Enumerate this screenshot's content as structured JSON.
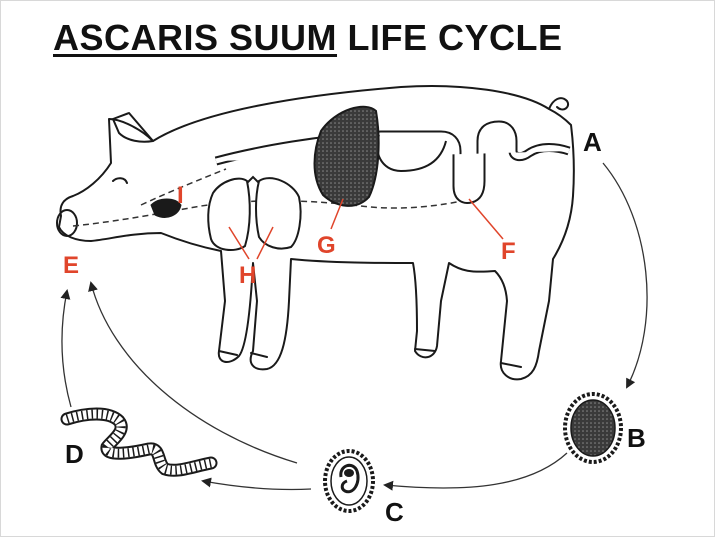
{
  "title": {
    "underlined": "ASCARIS SUUM",
    "rest": "LIFE CYCLE"
  },
  "stage_labels": {
    "A": "A",
    "B": "B",
    "C": "C",
    "D": "D",
    "E": "E"
  },
  "organ_labels": {
    "F": "F",
    "G": "G",
    "H": "H",
    "I": "I"
  },
  "colors": {
    "stage_label": "#111111",
    "organ_label": "#e0452b",
    "outline": "#1a1a1a"
  }
}
